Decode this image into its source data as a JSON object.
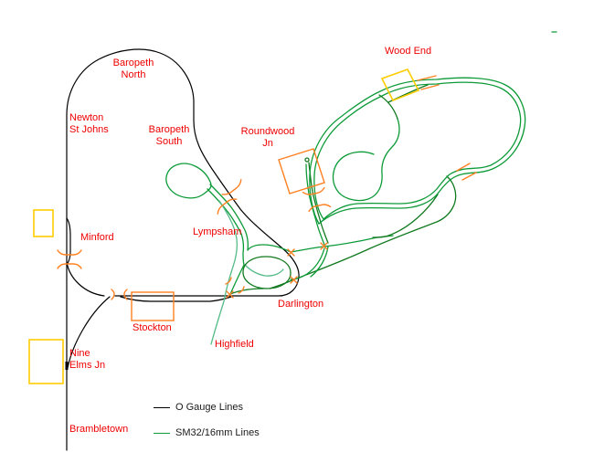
{
  "stations": {
    "baropeth_north": {
      "line1": "Baropeth",
      "line2": "North"
    },
    "newton_st_johns": {
      "line1": "Newton",
      "line2": "St Johns"
    },
    "baropeth_south": {
      "line1": "Baropeth",
      "line2": "South"
    },
    "roundwood_jn": {
      "line1": "Roundwood",
      "line2": "Jn"
    },
    "wood_end": {
      "line1": "Wood End"
    },
    "minford": {
      "line1": "Minford"
    },
    "lympsham": {
      "line1": "Lympsham"
    },
    "stockton": {
      "line1": "Stockton"
    },
    "darlington": {
      "line1": "Darlington"
    },
    "highfield": {
      "line1": "Highfield"
    },
    "nine_elms_jn": {
      "line1": "Nine",
      "line2": "Elms Jn"
    },
    "brambletown": {
      "line1": "Brambletown"
    }
  },
  "legend": {
    "items": [
      {
        "id": "o-gauge",
        "label": "O Gauge Lines",
        "color": "#000000"
      },
      {
        "id": "sm32",
        "label": "SM32/16mm Lines",
        "color": "#0d9a38"
      }
    ]
  },
  "colors": {
    "background": "#ffffff",
    "label_red": "#ee0000",
    "legend_text": "#1a1a1a",
    "o_gauge": "#000000",
    "sm32_green": "#0d9a38",
    "sm32_green_dark": "#117a1f",
    "sm32_green_light": "#55bb88",
    "marker_orange": "#ff8020",
    "box_yellow": "#ffcc00"
  }
}
